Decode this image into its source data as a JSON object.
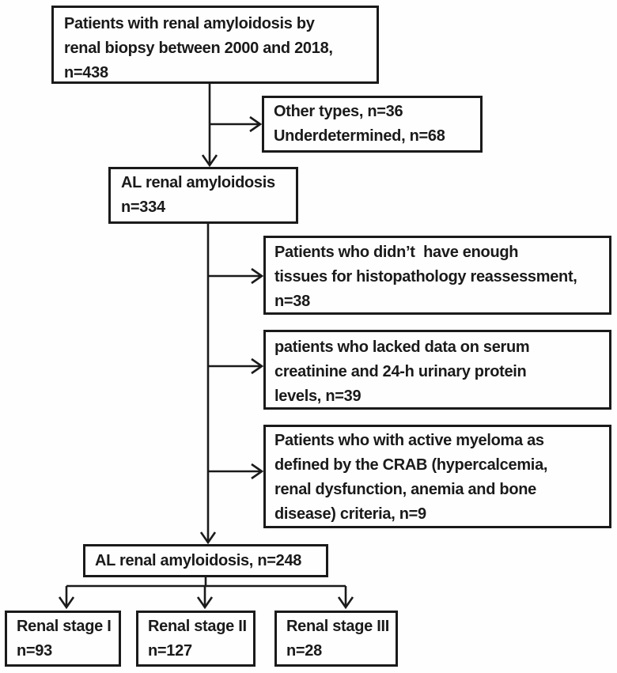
{
  "figure": {
    "background": "#ffffff",
    "ink_color": "#1a1a1a",
    "boxes": [
      {
        "id": "initial-cohort",
        "lines": [
          "Patients with renal amyloidosis by",
          "renal biopsy between 2000 and 2018,",
          "n=438"
        ]
      },
      {
        "id": "other-types",
        "lines": [
          "Other types, n=36",
          "Underdetermined, n=68"
        ]
      },
      {
        "id": "al-334",
        "lines": [
          "AL renal amyloidosis",
          "n=334"
        ]
      },
      {
        "id": "excl-tissue",
        "lines": [
          "Patients who didn’t  have enough",
          "tissues for histopathology reassessment,",
          "n=38"
        ]
      },
      {
        "id": "excl-labs",
        "lines": [
          "patients who lacked data on serum",
          "creatinine and 24-h urinary protein",
          "levels, n=39"
        ]
      },
      {
        "id": "excl-myeloma",
        "lines": [
          "Patients who with active myeloma as",
          "defined by the CRAB (hypercalcemia,",
          "renal dysfunction, anemia and bone",
          "disease) criteria, n=9"
        ]
      },
      {
        "id": "al-248",
        "lines": [
          "AL renal amyloidosis, n=248"
        ]
      },
      {
        "id": "stage-1",
        "lines": [
          "Renal stage I",
          "n=93"
        ]
      },
      {
        "id": "stage-2",
        "lines": [
          "Renal stage II",
          "n=127"
        ]
      },
      {
        "id": "stage-3",
        "lines": [
          "Renal stage III",
          "n=28"
        ]
      }
    ],
    "edges": [
      {
        "from": "initial-cohort",
        "to": "al-334"
      },
      {
        "from": "initial-cohort",
        "to": "other-types"
      },
      {
        "from": "al-334",
        "to": "excl-tissue"
      },
      {
        "from": "al-334",
        "to": "excl-labs"
      },
      {
        "from": "al-334",
        "to": "excl-myeloma"
      },
      {
        "from": "al-334",
        "to": "al-248"
      },
      {
        "from": "al-248",
        "to": "stage-1"
      },
      {
        "from": "al-248",
        "to": "stage-2"
      },
      {
        "from": "al-248",
        "to": "stage-3"
      }
    ]
  }
}
